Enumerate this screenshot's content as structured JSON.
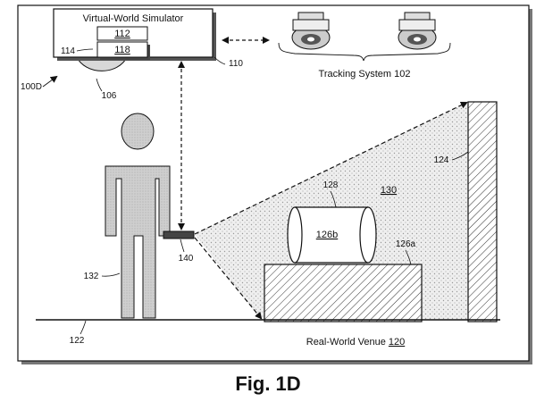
{
  "simulator": {
    "title": "Virtual-World Simulator",
    "box_112": "112",
    "box_118": "118",
    "ref_114": "114",
    "ref_110": "110",
    "ref_106": "106"
  },
  "system": {
    "ref_100d": "100D"
  },
  "tracking": {
    "label": "Tracking System 102"
  },
  "venue": {
    "label_text": "Real-World Venue ",
    "label_ref": "120",
    "ref_122": "122",
    "ref_124": "124",
    "ref_126a": "126a",
    "ref_126b": "126b",
    "ref_128": "128",
    "ref_130": "130",
    "ref_132": "132",
    "ref_140": "140"
  },
  "figure": {
    "caption": "Fig. 1D"
  }
}
